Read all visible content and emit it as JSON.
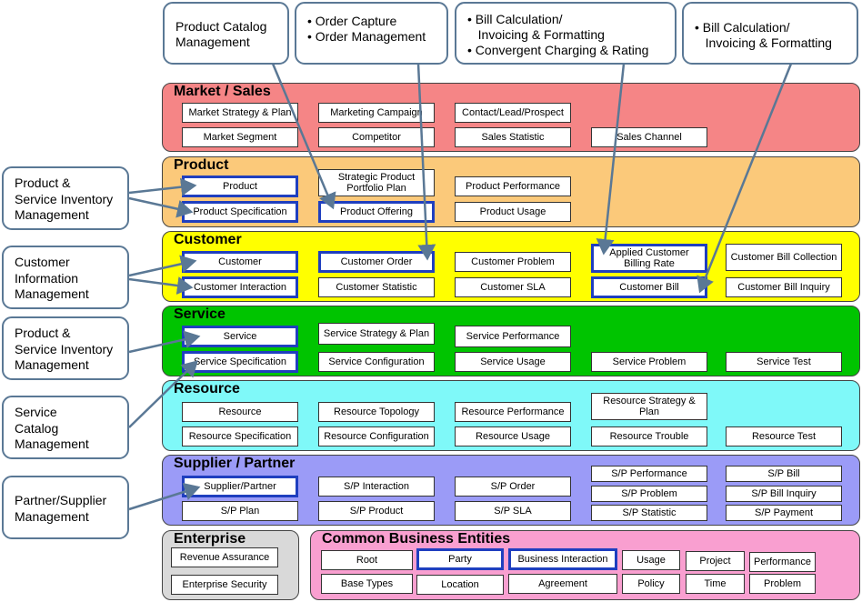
{
  "callouts": {
    "catalog": "Product Catalog\nManagement",
    "order": [
      "• Order Capture",
      "• Order  Management"
    ],
    "billing_rating": [
      "• Bill Calculation/",
      "   Invoicing & Formatting",
      "• Convergent Charging & Rating"
    ],
    "billing": [
      "• Bill Calculation/",
      "   Invoicing & Formatting"
    ]
  },
  "side_labels": {
    "psim1": "Product &\nService Inventory\nManagement",
    "cim": "Customer\nInformation\nManagement",
    "psim2": "Product &\nService Inventory\nManagement",
    "scm": "Service\nCatalog\nManagement",
    "psm": "Partner/Supplier\nManagement"
  },
  "domains": {
    "market": {
      "title": "Market / Sales",
      "color": "#f58586",
      "items": [
        "Market Strategy & Plan",
        "Marketing Campaign",
        "Contact/Lead/Prospect",
        "Market Segment",
        "Competitor",
        "Sales Statistic",
        "Sales Channel"
      ]
    },
    "product": {
      "title": "Product",
      "color": "#fbc97a",
      "items": [
        "Product",
        "Strategic Product Portfolio Plan",
        "Product Performance",
        "Product Specification",
        "Product Offering",
        "Product Usage"
      ]
    },
    "customer": {
      "title": "Customer",
      "color": "#ffff00",
      "items": [
        "Customer",
        "Customer Order",
        "Customer Problem",
        "Applied Customer Billing Rate",
        "Customer Bill Collection",
        "Customer Interaction",
        "Customer Statistic",
        "Customer SLA",
        "Customer Bill",
        "Customer Bill Inquiry"
      ]
    },
    "service": {
      "title": "Service",
      "color": "#00c400",
      "items": [
        "Service",
        "Service Strategy & Plan",
        "Service Performance",
        "Service Specification",
        "Service Configuration",
        "Service Usage",
        "Service Problem",
        "Service Test"
      ]
    },
    "resource": {
      "title": "Resource",
      "color": "#7ff9f9",
      "items": [
        "Resource",
        "Resource Topology",
        "Resource Performance",
        "Resource Strategy & Plan",
        "Resource Specification",
        "Resource Configuration",
        "Resource Usage",
        "Resource Trouble",
        "Resource Test"
      ]
    },
    "supplier": {
      "title": "Supplier / Partner",
      "color": "#9b9bf7",
      "items": [
        "Supplier/Partner",
        "S/P Interaction",
        "S/P Order",
        "S/P Performance",
        "S/P Bill",
        "S/P Problem",
        "S/P Bill Inquiry",
        "S/P Plan",
        "S/P Product",
        "S/P SLA",
        "S/P Statistic",
        "S/P Payment"
      ]
    },
    "enterprise": {
      "title": "Enterprise",
      "color": "#d9d9d9",
      "items": [
        "Revenue Assurance",
        "Enterprise Security"
      ]
    },
    "cbe": {
      "title": "Common Business Entities",
      "color": "#f99fd0",
      "items": [
        "Root",
        "Party",
        "Business Interaction",
        "Usage",
        "Project",
        "Performance",
        "Base Types",
        "Location",
        "Agreement",
        "Policy",
        "Time",
        "Problem"
      ]
    }
  },
  "colors": {
    "highlight": "#1f3fbf",
    "callout_border": "#5a7895",
    "arrow": "#5a7895"
  }
}
